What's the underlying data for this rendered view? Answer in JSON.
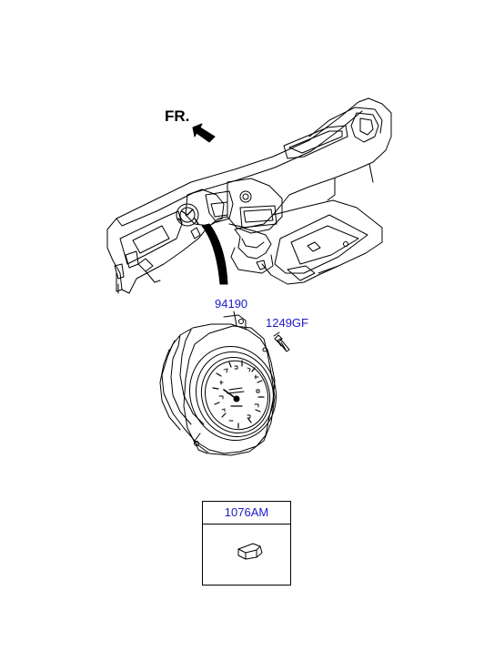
{
  "diagram": {
    "direction_label": "FR.",
    "parts": {
      "instrument_cluster": "94190",
      "screw": "1249GF",
      "clip": "1076AM"
    }
  }
}
